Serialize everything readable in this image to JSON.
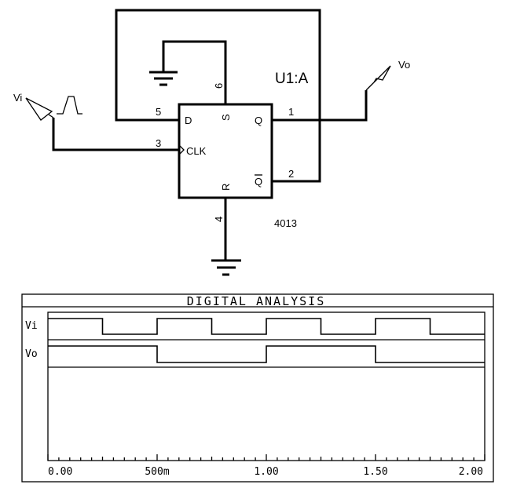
{
  "schematic": {
    "part_ref": "U1:A",
    "part_number": "4013",
    "pins": {
      "d_label": "D",
      "s_label": "S",
      "q_label": "Q",
      "clk_label": "CLK",
      "qbar_label": "Q",
      "r_label": "R",
      "d_num": "5",
      "s_num": "6",
      "q_num": "1",
      "clk_num": "3",
      "qbar_num": "2",
      "r_num": "4"
    },
    "input_label": "Vi",
    "output_label": "Vo"
  },
  "analysis": {
    "title": "DIGITAL ANALYSIS",
    "signals": [
      "Vi",
      "Vo"
    ],
    "x_ticks": [
      "0.00",
      "500m",
      "1.00",
      "1.50",
      "2.00"
    ]
  },
  "chart_data": {
    "type": "line",
    "title": "DIGITAL ANALYSIS",
    "xlim": [
      0,
      2.0
    ],
    "x_tick_values": [
      0,
      0.5,
      1.0,
      1.5,
      2.0
    ],
    "x_tick_labels": [
      "0.00",
      "500m",
      "1.00",
      "1.50",
      "2.00"
    ],
    "grid": false,
    "series": [
      {
        "name": "Vi",
        "transitions_x": [
          0,
          0.25,
          0.5,
          0.75,
          1.0,
          1.25,
          1.5,
          1.75,
          2.0
        ],
        "levels": [
          1,
          0,
          1,
          0,
          1,
          0,
          1,
          0
        ]
      },
      {
        "name": "Vo",
        "transitions_x": [
          0,
          0.5,
          1.0,
          1.5,
          2.0
        ],
        "levels": [
          1,
          0,
          1,
          0
        ]
      }
    ]
  }
}
